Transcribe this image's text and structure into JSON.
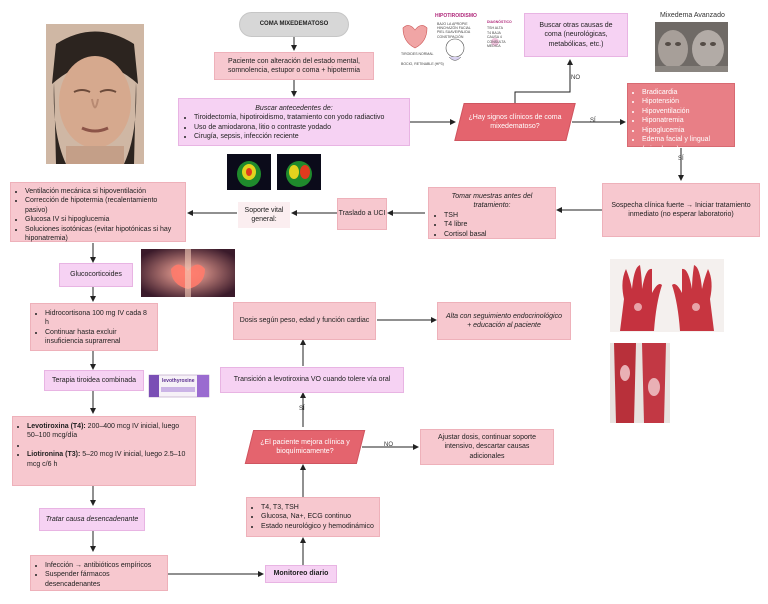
{
  "start": "COMA MIXEDEMATOSO",
  "patient": "Paciente con alteración del estado mental, somnolencia, estupor o coma + hipotermia",
  "history": {
    "title": "Buscar antecedentes de:",
    "items": [
      "Tiroidectomía, hipotiroidismo, tratamiento con yodo radiactivo",
      "Uso de amiodarona, litio o contraste yodado",
      "Cirugía, sepsis, infección reciente"
    ]
  },
  "decision_signs": "¿Hay signos clínicos de coma mixedematoso?",
  "other_causes": "Buscar otras causas de coma (neurológicas, metabólicas, etc.)",
  "signs": [
    "Bradicardia",
    "Hipotensión",
    "Hipoventilación",
    "Hiponatremia",
    "Hipoglucemia",
    "Edema facial y lingual (mixedema)"
  ],
  "suspicion": "Sospecha clínica fuerte → Iniciar tratamiento inmediato (no esperar laboratorio)",
  "samples": {
    "title": "Tomar muestras antes del tratamiento:",
    "items": [
      "TSH",
      "T4 libre",
      "Cortisol basal"
    ]
  },
  "icu": "Traslado a UCI",
  "support": "Soporte vital general:",
  "support_items": [
    "Ventilación mecánica si hipoventilación",
    "Corrección de hipotermia (recalentamiento pasivo)",
    "Glucosa IV si hipoglucemia",
    "Soluciones isotónicas (evitar hipotónicas si hay hiponatremia)"
  ],
  "glucocorticoids": "Glucocorticoides",
  "hydrocortisone": [
    "Hidrocortisona 100 mg IV cada 8 h",
    "Continuar hasta excluir insuficiencia suprarrenal"
  ],
  "combined": "Terapia tiroidea combinada",
  "thyroid_doses": [
    {
      "name": "Levotiroxina (T4):",
      "text": " 200–400 mcg IV inicial, luego 50–100 mcg/día"
    },
    {
      "name": "",
      "text": ""
    },
    {
      "name": "Liotironina (T3):",
      "text": " 5–20 mcg IV inicial, luego 2.5–10 mcg c/6 h"
    }
  ],
  "trigger": "Tratar causa desencadenante",
  "trigger_items": [
    "Infección → antibióticos empíricos",
    "Suspender fármacos desencadenantes"
  ],
  "monitoring": "Monitoreo diario",
  "monitor_items": [
    "T4, T3, TSH",
    "Glucosa, Na+, ECG continuo",
    "Estado neurológico y hemodinámico"
  ],
  "decision_improve": "¿El paciente mejora clínica y bioquímicamente?",
  "adjust": "Ajustar dosis, continuar soporte intensivo, descartar causas adicionales",
  "transition": "Transición a levotiroxina VO cuando tolere vía oral",
  "dose": "Dosis según peso, edad y función cardiac",
  "discharge": "Alta con seguimiento endocrinológico + educación al paciente",
  "labels": {
    "yes": "SÍ",
    "no": "NO"
  },
  "photo_caption": "Mixedema Avanzado",
  "hypo_card": {
    "title": "HIPOTIROIDISMO",
    "left": "TIROIDES NORMAL",
    "left2": "BOCIO, RETINABLE (HP3)",
    "mid": [
      "BAJO LA APROPIE",
      "HINCHAZÓN FACIAL",
      "PIEL SUAVE/PALIDA",
      "CONSTIPACIÓN"
    ],
    "right_title": "DIAGNÓSTICO",
    "right": [
      "TSH ALTA",
      "T4 BAJA",
      "CAUSA 4",
      "CONSULTA MEDICA"
    ]
  },
  "product_label": "levothyroxine",
  "colors": {
    "pink": "#f7c8cf",
    "lavender": "#f6d2f3",
    "red": "#e4646e",
    "grey": "#d7d7d7"
  }
}
